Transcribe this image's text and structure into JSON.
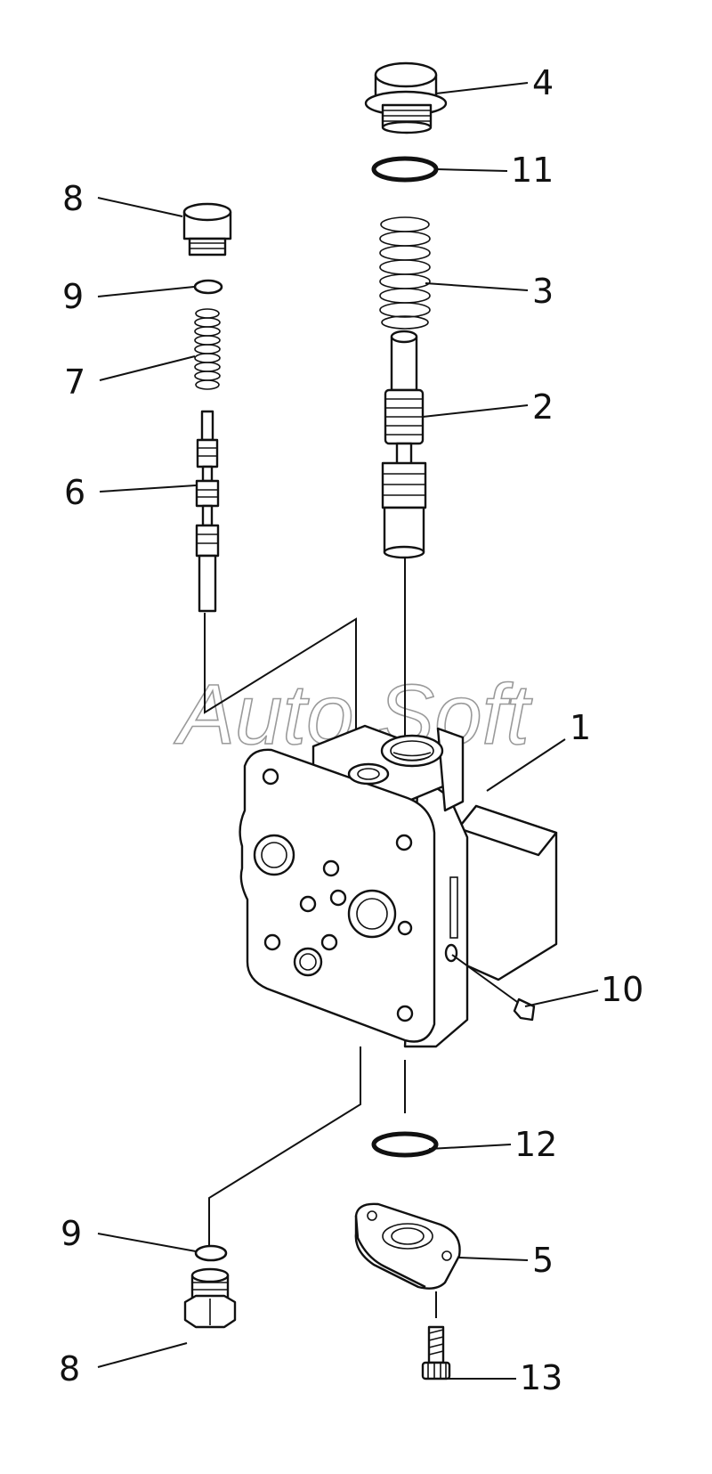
{
  "watermark": "Auto Soft",
  "labels": {
    "l1": "1",
    "l2": "2",
    "l3": "3",
    "l4": "4",
    "l5": "5",
    "l6": "6",
    "l7": "7",
    "l8_top": "8",
    "l8_bottom": "8",
    "l9_top": "9",
    "l9_bottom": "9",
    "l10": "10",
    "l11": "11",
    "l12": "12",
    "l13": "13"
  }
}
